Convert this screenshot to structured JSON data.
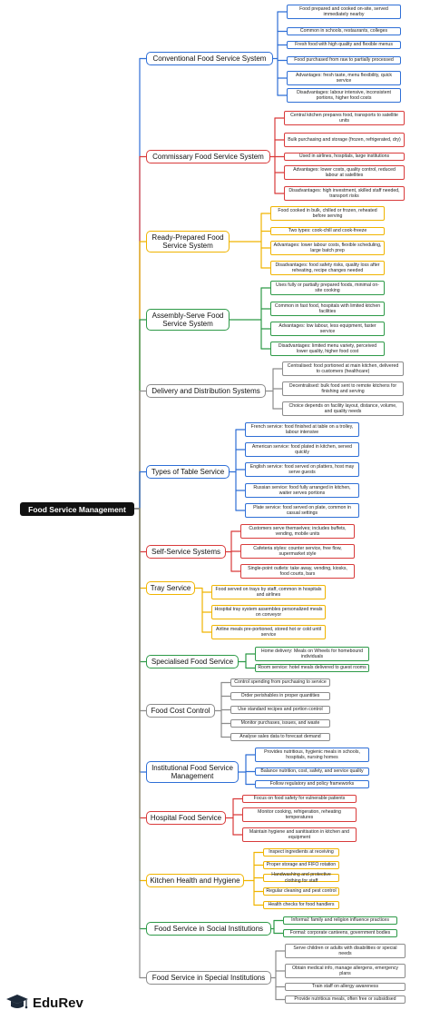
{
  "root": "Food Service Management",
  "logo": {
    "text": "EduRev",
    "icon": "graduation-cap-icon"
  },
  "branches": [
    {
      "label": "Conventional Food Service System",
      "color": "#2f6fd6",
      "leaves": [
        "Food prepared and cooked on-site, served immediately nearby",
        "Common in schools, restaurants, colleges",
        "Fresh food with high quality and flexible menus",
        "Food purchased from raw to partially processed",
        "Advantages: fresh taste, menu flexibility, quick service",
        "Disadvantages: labour intensive, inconsistent portions, higher food costs"
      ]
    },
    {
      "label": "Commissary Food Service System",
      "color": "#d93b3b",
      "leaves": [
        "Central kitchen prepares food, transports to satellite units",
        "Bulk purchasing and storage (frozen, refrigerated, dry)",
        "Used in airlines, hospitals, large institutions",
        "Advantages: lower costs, quality control, reduced labour at satellites",
        "Disadvantages: high investment, skilled staff needed, transport risks"
      ]
    },
    {
      "label": "Ready-Prepared Food Service System",
      "color": "#f0b400",
      "leaves": [
        "Food cooked in bulk, chilled or frozen, reheated before serving",
        "Two types: cook-chill and cook-freeze",
        "Advantages: lower labour costs, flexible scheduling, large batch prep",
        "Disadvantages: food safety risks, quality loss after reheating, recipe changes needed"
      ]
    },
    {
      "label": "Assembly-Serve Food Service System",
      "color": "#2e9a48",
      "leaves": [
        "Uses fully or partially prepared foods, minimal on-site cooking",
        "Common in fast food, hospitals with limited kitchen facilities",
        "Advantages: low labour, less equipment, faster service",
        "Disadvantages: limited menu variety, perceived lower quality, higher food cost"
      ]
    },
    {
      "label": "Delivery and Distribution Systems",
      "color": "#8c8c8c",
      "leaves": [
        "Centralised: food portioned at main kitchen, delivered to customers (healthcare)",
        "Decentralised: bulk food sent to remote kitchens for finishing and serving",
        "Choice depends on facility layout, distance, volume, and quality needs"
      ]
    },
    {
      "label": "Types of Table Service",
      "color": "#2f6fd6",
      "leaves": [
        "French service: food finished at table on a trolley, labour intensive",
        "American service: food plated in kitchen, served quickly",
        "English service: food served on platters, host may serve guests",
        "Russian service: food fully arranged in kitchen, waiter serves portions",
        "Plate service: food served on plate, common in casual settings"
      ]
    },
    {
      "label": "Self-Service Systems",
      "color": "#d93b3b",
      "leaves": [
        "Customers serve themselves; includes buffets, vending, mobile units",
        "Cafeteria styles: counter service, free flow, supermarket style",
        "Single-point outlets: take away, vending, kiosks, food courts, bars"
      ]
    },
    {
      "label": "Tray Service",
      "color": "#f0b400",
      "leaves": [
        "Food served on trays by staff, common in hospitals and airlines",
        "Hospital tray system assembles personalized meals on conveyor",
        "Airline meals pre-portioned, stored hot or cold until service"
      ]
    },
    {
      "label": "Specialised Food Service",
      "color": "#2e9a48",
      "leaves": [
        "Home delivery: Meals on Wheels for homebound individuals",
        "Room service: hotel meals delivered to guest rooms"
      ]
    },
    {
      "label": "Food Cost Control",
      "color": "#8c8c8c",
      "leaves": [
        "Control spending from purchasing to service",
        "Order perishables in proper quantities",
        "Use standard recipes and portion control",
        "Monitor purchases, issues, and waste",
        "Analyse sales data to forecast demand"
      ]
    },
    {
      "label": "Institutional Food Service Management",
      "color": "#2f6fd6",
      "leaves": [
        "Provides nutritious, hygienic meals in schools, hospitals, nursing homes",
        "Balance nutrition, cost, safety, and service quality",
        "Follow regulatory and policy frameworks"
      ]
    },
    {
      "label": "Hospital Food Service",
      "color": "#d93b3b",
      "leaves": [
        "Focus on food safety for vulnerable patients",
        "Monitor cooking, refrigeration, reheating temperatures",
        "Maintain hygiene and sanitisation in kitchen and equipment"
      ]
    },
    {
      "label": "Kitchen Health and Hygiene",
      "color": "#f0b400",
      "leaves": [
        "Inspect ingredients at receiving",
        "Proper storage and FIFO rotation",
        "Handwashing and protective clothing for staff",
        "Regular cleaning and pest control",
        "Health checks for food handlers"
      ]
    },
    {
      "label": "Food Service in Social Institutions",
      "color": "#2e9a48",
      "leaves": [
        "Informal: family and religion influence practices",
        "Formal: corporate canteens, government bodies"
      ]
    },
    {
      "label": "Food Service in Special Institutions",
      "color": "#8c8c8c",
      "leaves": [
        "Serve children or adults with disabilities or special needs",
        "Obtain medical info, manage allergens, emergency plans",
        "Train staff on allergy awareness",
        "Provide nutritious meals, often free or subsidised"
      ]
    }
  ]
}
